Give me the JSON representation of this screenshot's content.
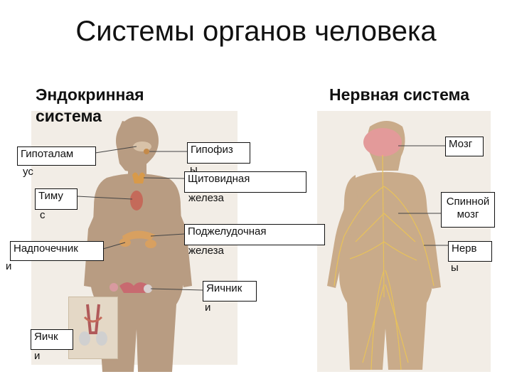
{
  "title": "Системы органов человека",
  "endocrine": {
    "heading": "Эндокринная система",
    "labels": {
      "hypothalamus": [
        "Гипоталам",
        "ус"
      ],
      "pituitary": [
        "Гипофиз",
        "ы"
      ],
      "thyroid": [
        "Щитовидная",
        "железа"
      ],
      "thymus": [
        "Тиму",
        "с"
      ],
      "pancreas": [
        "Поджелудочная",
        "железа"
      ],
      "adrenal": [
        "Надпочечник",
        "и"
      ],
      "ovaries": [
        "Яичник",
        "и"
      ],
      "testes": [
        "Яичк",
        "и"
      ]
    }
  },
  "nervous": {
    "heading": "Нервная система",
    "labels": {
      "brain": "Мозг",
      "spinal_cord": [
        "Спинной",
        "мозг"
      ],
      "nerves": [
        "Нерв",
        "ы"
      ]
    }
  }
}
